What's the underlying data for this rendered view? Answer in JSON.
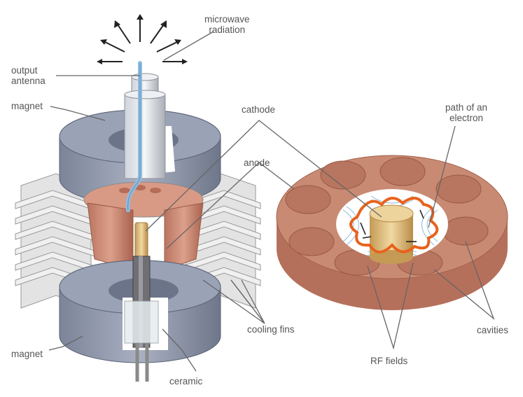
{
  "title": "Cavity magnetron cutaway diagram",
  "labels": {
    "microwave_radiation": [
      "microwave",
      "radiation"
    ],
    "output_antenna": [
      "output",
      "antenna"
    ],
    "magnet_top": "magnet",
    "magnet_bottom": "magnet",
    "cathode": "cathode",
    "anode": "anode",
    "path_of_electron": [
      "path of an",
      "electron"
    ],
    "cooling_fins": "cooling fins",
    "ceramic": "ceramic",
    "rf_fields": "RF fields",
    "cavities": "cavities"
  },
  "colors": {
    "copper": "#c9836b",
    "copper_dark": "#a8644f",
    "magnet": "#8a93a8",
    "magnet_dark": "#6b7388",
    "fins": "#d8d8d8",
    "electron_path": "#e8621c",
    "rf_field": "#7fb6d9",
    "cathode": "#d9b777",
    "antenna": "#8fbde0"
  }
}
